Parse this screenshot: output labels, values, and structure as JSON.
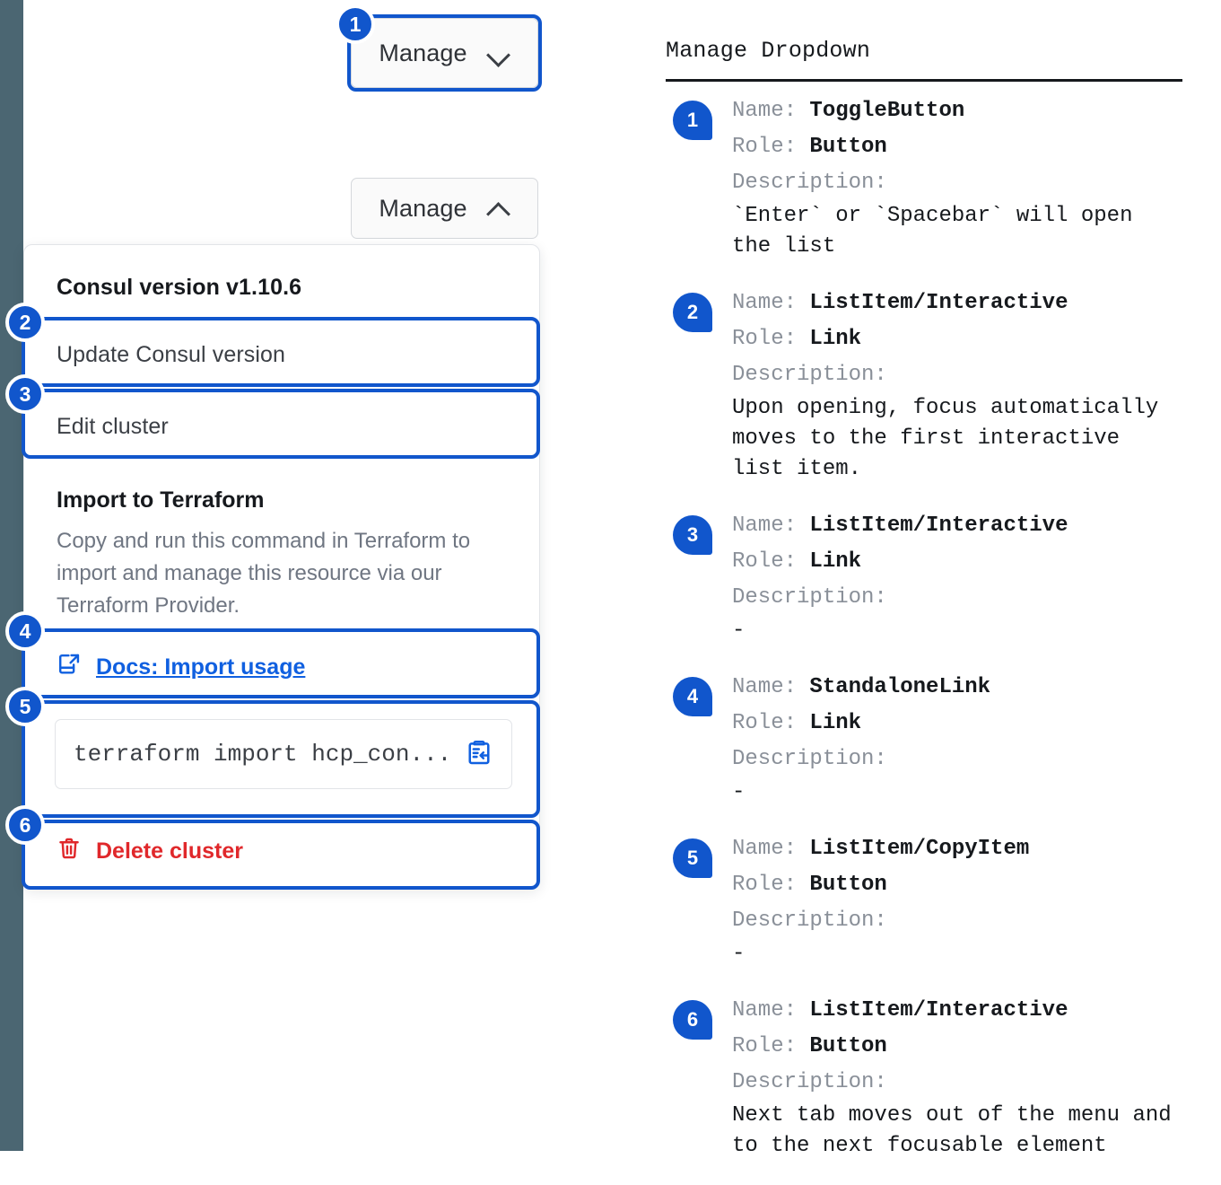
{
  "rail": {
    "color": "#4b6672"
  },
  "accent": {
    "blue": "#1156cc",
    "link_blue": "#1060e0",
    "red": "#e0282b"
  },
  "left_panel": {
    "toggle_top": {
      "label": "Manage",
      "icon": "chevron-down-icon"
    },
    "toggle_open": {
      "label": "Manage",
      "icon": "chevron-up-icon"
    },
    "dropdown": {
      "header": "Consul version v1.10.6",
      "items": [
        {
          "label": "Update Consul version"
        },
        {
          "label": "Edit cluster"
        }
      ],
      "terraform": {
        "title": "Import to Terraform",
        "body": "Copy and run this command in Terraform to import and manage this resource via our Terraform Provider.",
        "docs_link": "Docs: Import usage",
        "docs_icon": "external-link-docs-icon",
        "command": "terraform import hcp_con...",
        "copy_icon": "copy-to-clipboard-icon"
      },
      "delete": {
        "label": "Delete cluster",
        "icon": "trash-icon"
      }
    },
    "markers": [
      "1",
      "2",
      "3",
      "4",
      "5",
      "6"
    ]
  },
  "doc_panel": {
    "title": "Manage Dropdown",
    "labels": {
      "name": "Name:",
      "role": "Role:",
      "description": "Description:"
    },
    "entries": [
      {
        "number": "1",
        "name": "ToggleButton",
        "role": "Button",
        "description": "`Enter` or `Spacebar` will open\nthe list"
      },
      {
        "number": "2",
        "name": "ListItem/Interactive",
        "role": "Link",
        "description": "Upon opening, focus automatically\nmoves to the first interactive\nlist item."
      },
      {
        "number": "3",
        "name": "ListItem/Interactive",
        "role": "Link",
        "description": "-"
      },
      {
        "number": "4",
        "name": "StandaloneLink",
        "role": "Link",
        "description": "-"
      },
      {
        "number": "5",
        "name": "ListItem/CopyItem",
        "role": "Button",
        "description": "-"
      },
      {
        "number": "6",
        "name": "ListItem/Interactive",
        "role": "Button",
        "description": "Next tab moves out of the menu and\nto the next focusable element"
      }
    ]
  }
}
